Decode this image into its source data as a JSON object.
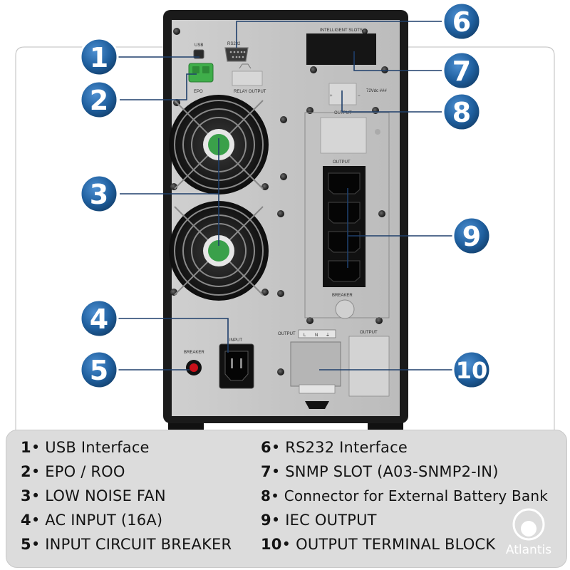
{
  "panel_labels": {
    "usb": "USB",
    "rs232": "RS232",
    "intelligent_slots": "INTELLIGENT SLOTS",
    "epo": "EPO",
    "relay_output": "RELAY OUTPUT",
    "output_top": "OUTPUT",
    "output_sockets": "OUTPUT",
    "breaker_right": "BREAKER",
    "input": "INPUT",
    "breaker_left": "BREAKER",
    "terminal_output": "OUTPUT",
    "terminal_l": "L",
    "terminal_n": "N",
    "terminal_out_right": "OUTPUT",
    "battery_plus": "+",
    "battery_minus": "−",
    "battery_spec": "72Vdc  ###"
  },
  "callouts": [
    "1",
    "2",
    "3",
    "4",
    "5",
    "6",
    "7",
    "8",
    "9",
    "10"
  ],
  "legend": {
    "items": [
      {
        "num": "1",
        "text": "USB Interface"
      },
      {
        "num": "2",
        "text": "EPO / ROO"
      },
      {
        "num": "3",
        "text": "LOW NOISE FAN"
      },
      {
        "num": "4",
        "text": "AC INPUT (16A)"
      },
      {
        "num": "5",
        "text": "INPUT CIRCUIT BREAKER"
      },
      {
        "num": "6",
        "text": "RS232 Interface"
      },
      {
        "num": "7",
        "text": "SNMP SLOT (A03-SNMP2-IN)"
      },
      {
        "num": "8",
        "text": "Connector for External Battery Bank"
      },
      {
        "num": "9",
        "text": "IEC OUTPUT"
      },
      {
        "num": "10",
        "text": "OUTPUT TERMINAL BLOCK"
      }
    ]
  },
  "brand": {
    "name": "Atlantis"
  },
  "colors": {
    "callout_fill": "#1f5f9e",
    "legend_bg": "#dcdcdc",
    "panel": "#c9c9c9",
    "chassis": "#1a1a1a"
  }
}
